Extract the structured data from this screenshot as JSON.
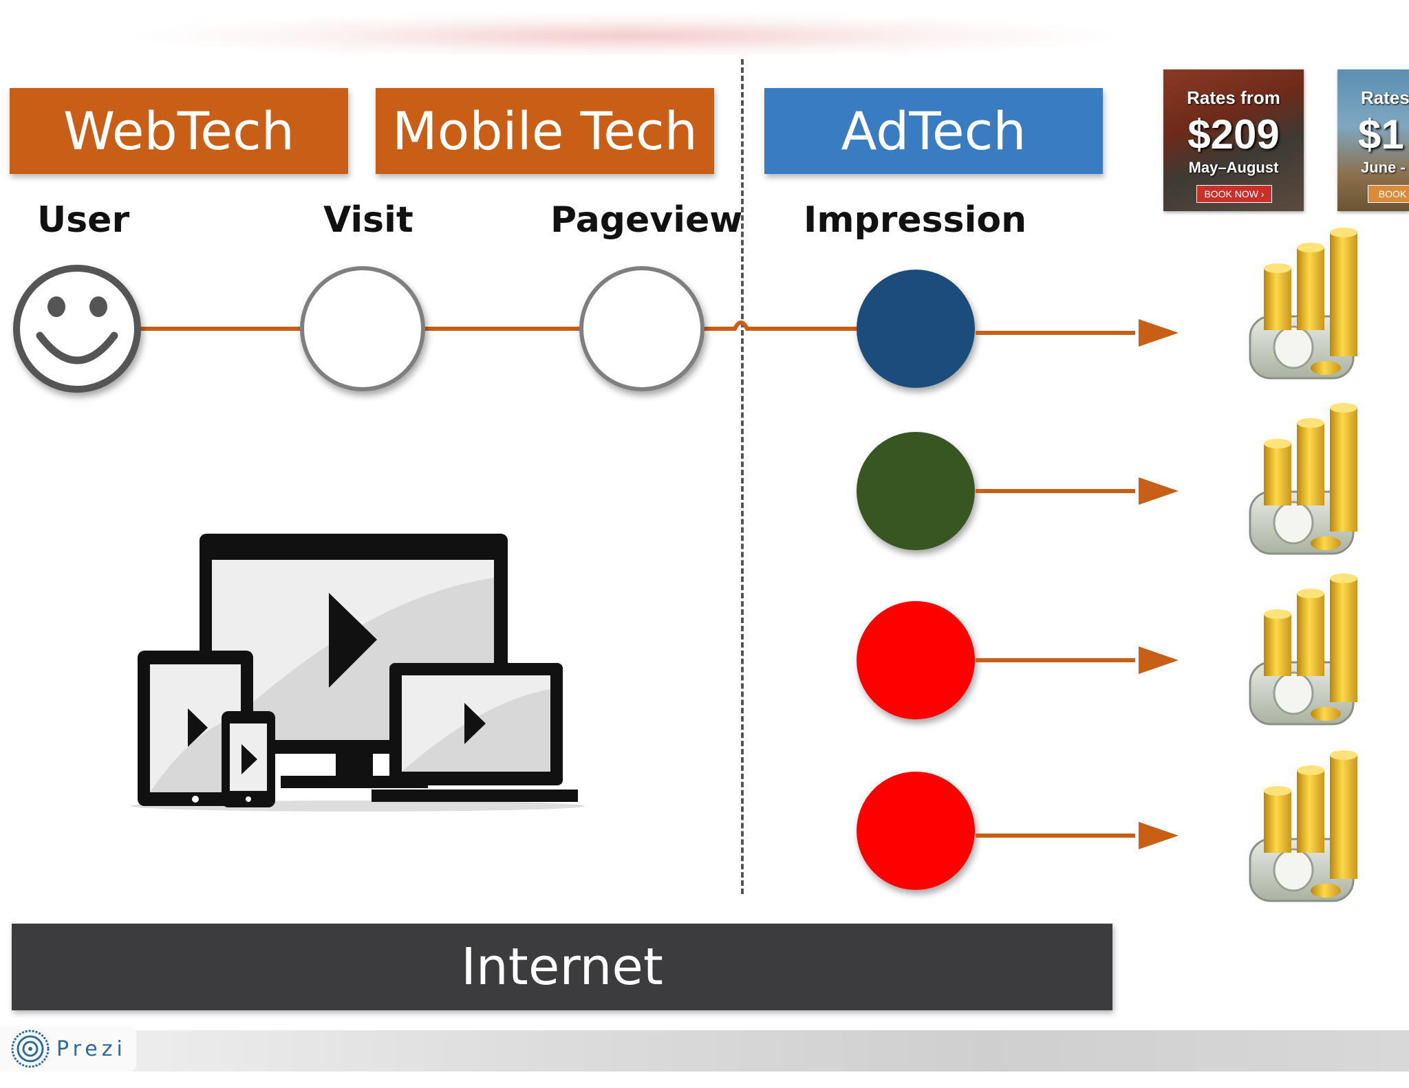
{
  "headers": {
    "webtech": "WebTech",
    "mobile": "Mobile Tech",
    "adtech": "AdTech"
  },
  "labels": {
    "user": "User",
    "visit": "Visit",
    "pageview": "Pageview",
    "impression": "Impression"
  },
  "ads": [
    {
      "rates": "Rates from",
      "price": "$209",
      "period": "May–August",
      "button": "BOOK NOW ›"
    },
    {
      "rates": "Rates",
      "price": "$1",
      "period": "June -",
      "button": "BOOK"
    }
  ],
  "footer": {
    "internet": "Internet"
  },
  "brand": {
    "name": "Prezi"
  },
  "colors": {
    "orange": "#c95f17",
    "blue": "#3a7cc2",
    "navy": "#1f4e7a",
    "green": "#385723",
    "red": "#ff0000",
    "dark_bar": "#3c3b3d"
  },
  "icons": [
    "smiley-icon",
    "devices-icon",
    "money-icon",
    "prezi-logo"
  ]
}
